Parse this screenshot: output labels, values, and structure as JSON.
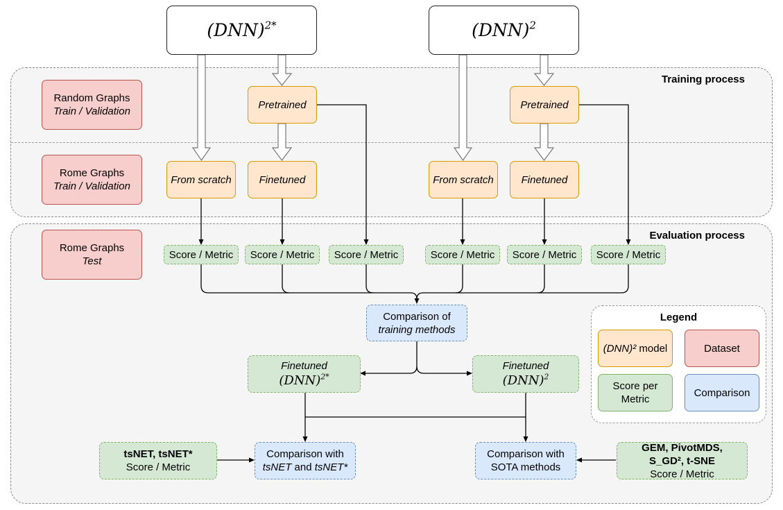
{
  "models": {
    "dnn2star": {
      "base": "(DNN)",
      "sup": "2*"
    },
    "dnn2": {
      "base": "(DNN)",
      "sup": "2"
    }
  },
  "panels": {
    "training_title": "Training process",
    "evaluation_title": "Evaluation process"
  },
  "datasets": {
    "random_graphs": {
      "line1": "Random Graphs",
      "line2": "Train / Validation"
    },
    "rome_train": {
      "line1": "Rome Graphs",
      "line2": "Train / Validation"
    },
    "rome_test": {
      "line1": "Rome Graphs",
      "line2": "Test"
    }
  },
  "training_nodes": {
    "pretrained": "Pretrained",
    "from_scratch": "From scratch",
    "finetuned": "Finetuned"
  },
  "score_metric": "Score / Metric",
  "comparison_training": {
    "line1": "Comparison of",
    "line2": "training methods"
  },
  "finetuned_results": {
    "label": "Finetuned",
    "left": {
      "base": "(DNN)",
      "sup": "2*"
    },
    "right": {
      "base": "(DNN)",
      "sup": "2"
    }
  },
  "tsnet_box": {
    "line1": "tsNET, tsNET*",
    "line2": "Score / Metric"
  },
  "comparison_tsnet": {
    "line1": "Comparison with",
    "part_a": "tsNET",
    "part_and": " and ",
    "part_b": "tsNET*"
  },
  "comparison_sota": {
    "line1": "Comparison with",
    "line2": "SOTA methods"
  },
  "sota_box": {
    "line1": "GEM, PivotMDS,",
    "line2": "S_GD², t-SNE",
    "line3": "Score / Metric"
  },
  "legend": {
    "title": "Legend",
    "model_a": "(DNN)²",
    "model_b": " model",
    "dataset": "Dataset",
    "score_line1": "Score per",
    "score_line2": "Metric",
    "comparison": "Comparison"
  },
  "colors": {
    "dataset_fill": "#f8cecc",
    "model_fill": "#ffe6cc",
    "score_fill": "#d5e8d4",
    "comparison_fill": "#dae8fc"
  }
}
